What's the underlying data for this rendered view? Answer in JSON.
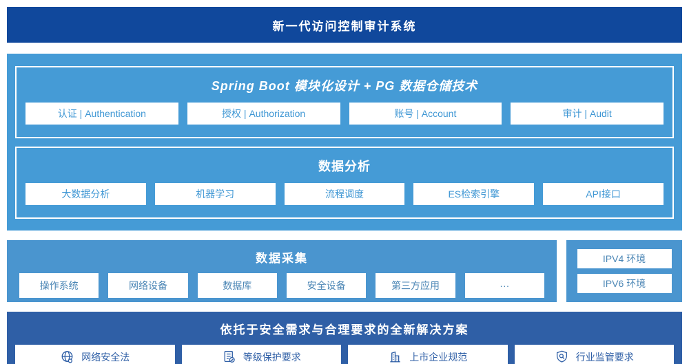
{
  "colors": {
    "banner_bg": "#10489C",
    "section_blue": "#459BD6",
    "collect_blue": "#4A95CF",
    "solution_bg": "#2F5FA6",
    "button_text_blue": "#3F97D4",
    "collect_text": "#4B86B5",
    "solution_text": "#2F5FA6"
  },
  "banner": {
    "title": "新一代访问控制审计系统"
  },
  "platform": {
    "modules": {
      "title": "Spring Boot 模块化设计 + PG 数据仓储技术",
      "items": [
        "认证 | Authentication",
        "授权 | Authorization",
        "账号 | Account",
        "审计 | Audit"
      ]
    },
    "analysis": {
      "title": "数据分析",
      "items": [
        "大数据分析",
        "机器学习",
        "流程调度",
        "ES检索引擎",
        "API接口"
      ]
    }
  },
  "collection": {
    "title": "数据采集",
    "items": [
      "操作系统",
      "网络设备",
      "数据库",
      "安全设备",
      "第三方应用",
      "···"
    ]
  },
  "environments": {
    "items": [
      "IPV4 环境",
      "IPV6 环境"
    ]
  },
  "solution": {
    "title": "依托于安全需求与合理要求的全新解决方案",
    "items": [
      {
        "label": "网络安全法",
        "icon": "globe-icon"
      },
      {
        "label": "等级保护要求",
        "icon": "checklist-check-icon"
      },
      {
        "label": "上市企业规范",
        "icon": "building-icon"
      },
      {
        "label": "行业监管要求",
        "icon": "shield-search-icon"
      }
    ]
  }
}
